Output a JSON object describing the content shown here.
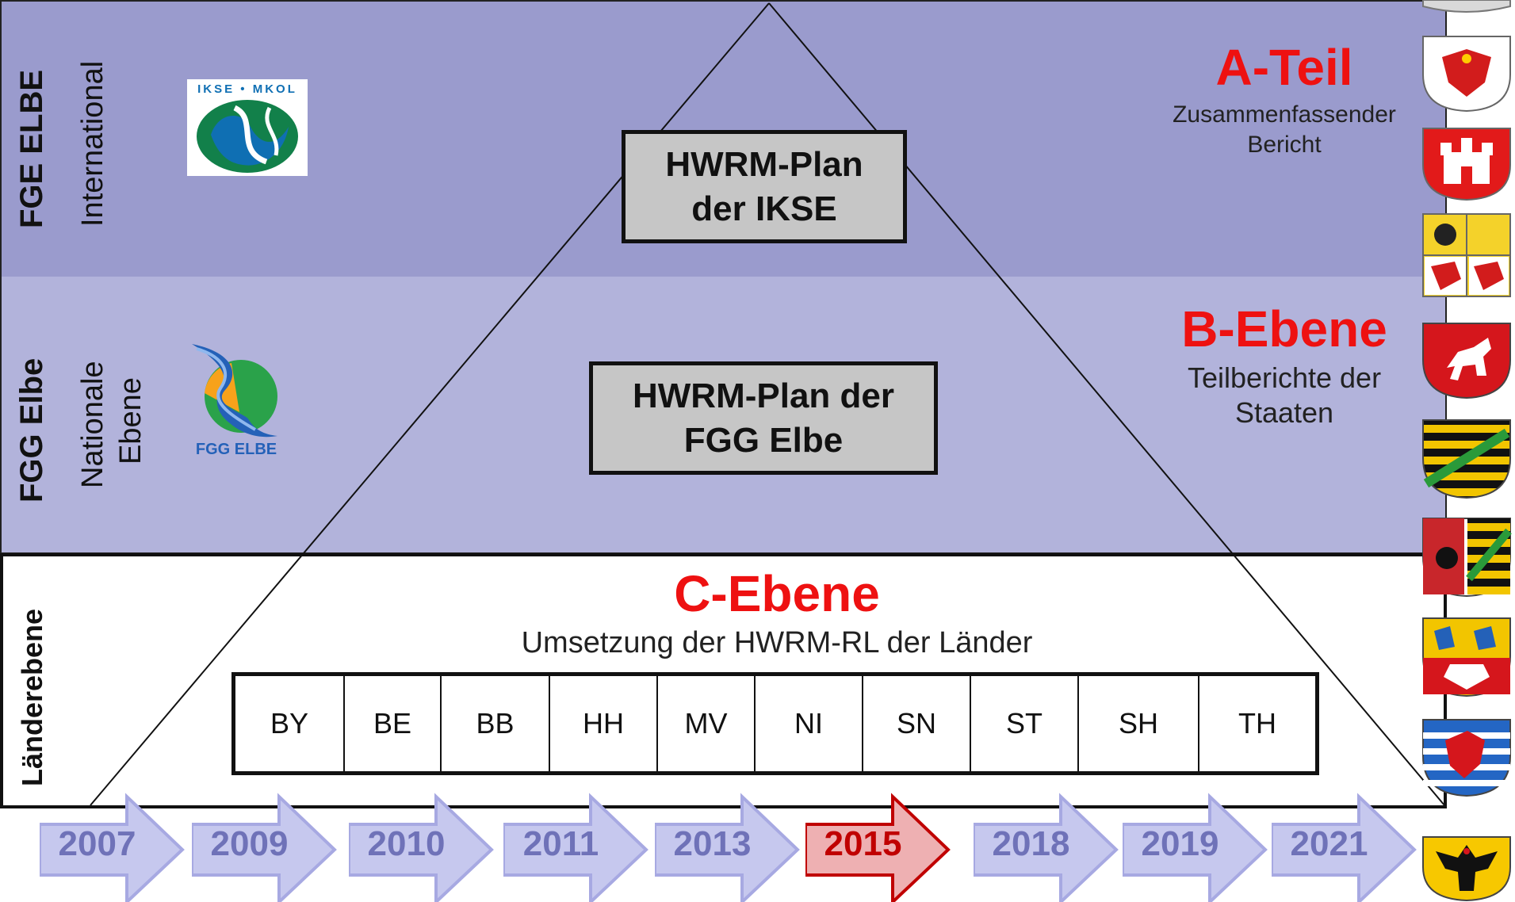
{
  "levels": {
    "a": {
      "title": "A-Teil",
      "subtitle_lines": [
        "Zusammenfassender",
        "Bericht"
      ],
      "vertical_bold": "FGE ELBE",
      "vertical_regular": "International",
      "plan_lines": [
        "HWRM-Plan",
        "der IKSE"
      ]
    },
    "b": {
      "title": "B-Ebene",
      "subtitle_lines": [
        "Teilberichte der",
        "Staaten"
      ],
      "vertical_bold": "FGG Elbe",
      "vertical_regular_lines": [
        "Nationale",
        "Ebene"
      ],
      "plan_lines": [
        "HWRM-Plan der",
        "FGG Elbe"
      ]
    },
    "c": {
      "title": "C-Ebene",
      "subtitle": "Umsetzung der HWRM-RL der Länder",
      "vertical_bold": "Länderebene"
    }
  },
  "logos": {
    "ikse": {
      "text": "IKSE • MKOL"
    },
    "fgg": {
      "text": "FGG ELBE"
    }
  },
  "states": [
    "BY",
    "BE",
    "BB",
    "HH",
    "MV",
    "NI",
    "SN",
    "ST",
    "SH",
    "TH"
  ],
  "timeline": [
    {
      "year": "2007",
      "highlight": false
    },
    {
      "year": "2009",
      "highlight": false
    },
    {
      "year": "2010",
      "highlight": false
    },
    {
      "year": "2011",
      "highlight": false
    },
    {
      "year": "2013",
      "highlight": false
    },
    {
      "year": "2015",
      "highlight": true
    },
    {
      "year": "2018",
      "highlight": false
    },
    {
      "year": "2019",
      "highlight": false
    },
    {
      "year": "2021",
      "highlight": false
    }
  ],
  "colors": {
    "title_red": "#ee1111",
    "arrow_fill": "#c6c8ee",
    "arrow_stroke": "#a7a9e2",
    "arrow_text": "#6f72b8",
    "arrow_hl_fill": "#eeb0b2",
    "arrow_hl_stroke": "#c00000",
    "arrow_hl_text": "#c00000"
  },
  "crests": [
    "brandenburg-eagle-crest-icon",
    "hamburg-castle-crest-icon",
    "mecklenburg-vorpommern-crest-icon",
    "niedersachsen-horse-crest-icon",
    "sachsen-crest-icon",
    "sachsen-anhalt-crest-icon",
    "schleswig-holstein-crest-icon",
    "thueringen-lion-crest-icon",
    "germany-eagle-crest-icon"
  ]
}
